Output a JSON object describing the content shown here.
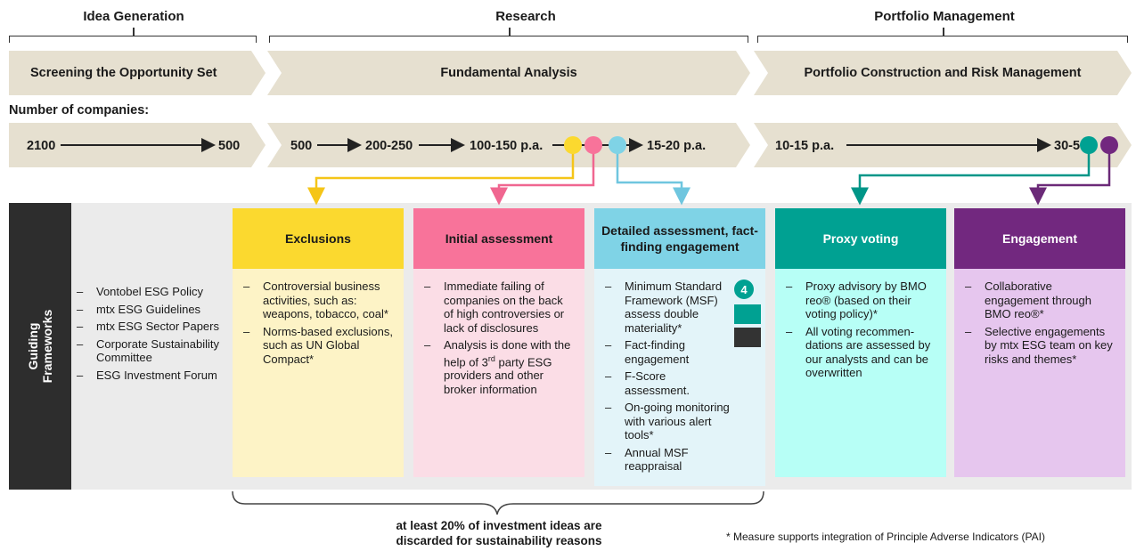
{
  "phases": [
    {
      "label": "Idea Generation"
    },
    {
      "label": "Research"
    },
    {
      "label": "Portfolio Management"
    }
  ],
  "stages": [
    {
      "label": "Screening the Opportunity Set"
    },
    {
      "label": "Fundamental Analysis"
    },
    {
      "label": "Portfolio Construction and Risk Management"
    }
  ],
  "companies_label": "Number of companies:",
  "counts": {
    "c2100": "2100",
    "c500a": "500",
    "c500b": "500",
    "c200": "200-250",
    "c100": "100-150 p.a.",
    "c15": "15-20 p.a.",
    "c10": "10-15 p.a.",
    "c30": "30-50"
  },
  "guiding": {
    "title_line1": "Guiding",
    "title_line2": "Frameworks",
    "items": [
      "Vontobel ESG Policy",
      "mtx ESG Guidelines",
      "mtx ESG Sector Papers",
      "Corporate Sustainability Committee",
      "ESG Investment Forum"
    ]
  },
  "columns": [
    {
      "title": "Exclusions",
      "items": [
        "Controversial business activities, such as: weapons, tobacco, coal*",
        "Norms-based exclusions, such as UN Global Compact*"
      ]
    },
    {
      "title": "Initial assessment",
      "items": [
        "Immediate failing of companies on the back of high controversies or lack of disclosures",
        "Analysis is done with the help of 3rd party ESG providers and other broker information"
      ]
    },
    {
      "title": "Detailed assessment, fact-finding engagement",
      "items": [
        "Minimum Standard Framework (MSF) assess double materiality*",
        "Fact-finding engagement",
        "F-Score assessment.",
        "On-going monitoring with various alert tools*",
        "Annual MSF reappraisal"
      ],
      "badge": "4"
    },
    {
      "title": "Proxy voting",
      "items": [
        "Proxy advisory by BMO reo® (based on their voting policy)*",
        "All voting recommen-dations are assessed by our analysts and can be overwritten"
      ]
    },
    {
      "title": "Engagement",
      "items": [
        "Collaborative engagement through BMO reo®*",
        "Selective engagements by mtx ESG team on key risks and themes*"
      ]
    }
  ],
  "brace_text_line1": "at least 20% of investment ideas are",
  "brace_text_line2": "discarded for sustainability reasons",
  "footnote": "* Measure supports integration of Principle Adverse Indicators (PAI)",
  "colors": {
    "exclusions": "#fbd92f",
    "exclusions_body": "#fdf3c6",
    "initial": "#f8739a",
    "initial_body": "#fbdde6",
    "detailed": "#7fd3e6",
    "detailed_body": "#e3f4f9",
    "proxy": "#00a192",
    "proxy_body": "#b7fff6",
    "engagement": "#72287f",
    "engagement_body": "#e6c6ee",
    "chevron": "#e6e0d0"
  }
}
